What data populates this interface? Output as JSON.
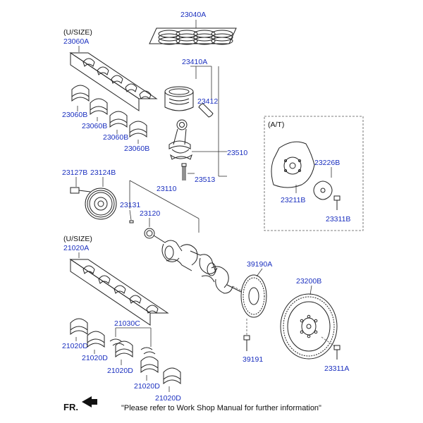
{
  "diagram": {
    "footer_note": "\"Please refer to Work Shop Manual for further information\"",
    "front_marker": "FR.",
    "usize_upper": "(U/SIZE)",
    "usize_lower": "(U/SIZE)",
    "at_box_title": "(A/T)",
    "labels": {
      "p23040A": "23040A",
      "p23060A": "23060A",
      "p23410A": "23410A",
      "p23412": "23412",
      "p23060B_1": "23060B",
      "p23060B_2": "23060B",
      "p23060B_3": "23060B",
      "p23060B_4": "23060B",
      "p23510": "23510",
      "p23513": "23513",
      "p23127B": "23127B",
      "p23124B": "23124B",
      "p23110": "23110",
      "p23131": "23131",
      "p23120": "23120",
      "p23226B": "23226B",
      "p23211B": "23211B",
      "p23311B": "23311B",
      "p21020A": "21020A",
      "p39190A": "39190A",
      "p23200B": "23200B",
      "p21030C": "21030C",
      "p21020D_1": "21020D",
      "p21020D_2": "21020D",
      "p21020D_3": "21020D",
      "p21020D_4": "21020D",
      "p21020D_5": "21020D",
      "p39191": "39191",
      "p23311A": "23311A"
    },
    "colors": {
      "label": "#1a2fbf",
      "line": "#222222"
    }
  }
}
